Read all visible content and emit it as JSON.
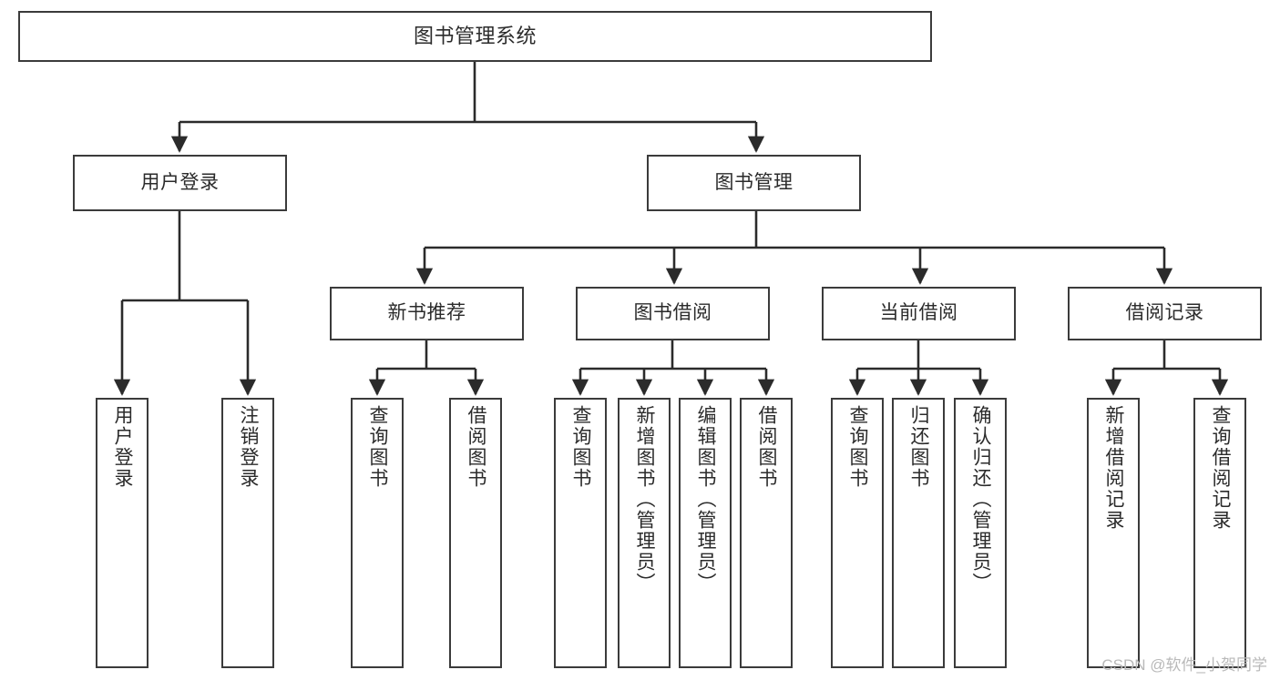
{
  "diagram": {
    "title": "图书管理系统",
    "type": "tree-hierarchy-diagram",
    "colors": {
      "box_border": "#3b3b3b",
      "box_fill": "#ffffff",
      "edge": "#2b2b2b",
      "text": "#2b2b2b",
      "watermark": "#b9b9b9",
      "background": "#ffffff"
    }
  },
  "watermark": {
    "text": "CSDN @软件_小贺同学"
  },
  "nodes": {
    "root": {
      "label": "图书管理系统"
    },
    "level2": [
      {
        "label": "用户登录"
      },
      {
        "label": "图书管理"
      }
    ],
    "level3": [
      {
        "label": "新书推荐"
      },
      {
        "label": "图书借阅"
      },
      {
        "label": "当前借阅"
      },
      {
        "label": "借阅记录"
      }
    ],
    "leaves": {
      "user_login": [
        {
          "label": "用户登录"
        },
        {
          "label": "注销登录"
        }
      ],
      "new_book_recommend": [
        {
          "label": "查询图书"
        },
        {
          "label": "借阅图书"
        }
      ],
      "book_borrow": [
        {
          "label": "查询图书"
        },
        {
          "label": "新增图书（管理员）"
        },
        {
          "label": "编辑图书（管理员）"
        },
        {
          "label": "借阅图书"
        }
      ],
      "current_borrow": [
        {
          "label": "查询图书"
        },
        {
          "label": "归还图书"
        },
        {
          "label": "确认归还（管理员）"
        }
      ],
      "borrow_record": [
        {
          "label": "新增借阅记录"
        },
        {
          "label": "查询借阅记录"
        }
      ]
    }
  }
}
